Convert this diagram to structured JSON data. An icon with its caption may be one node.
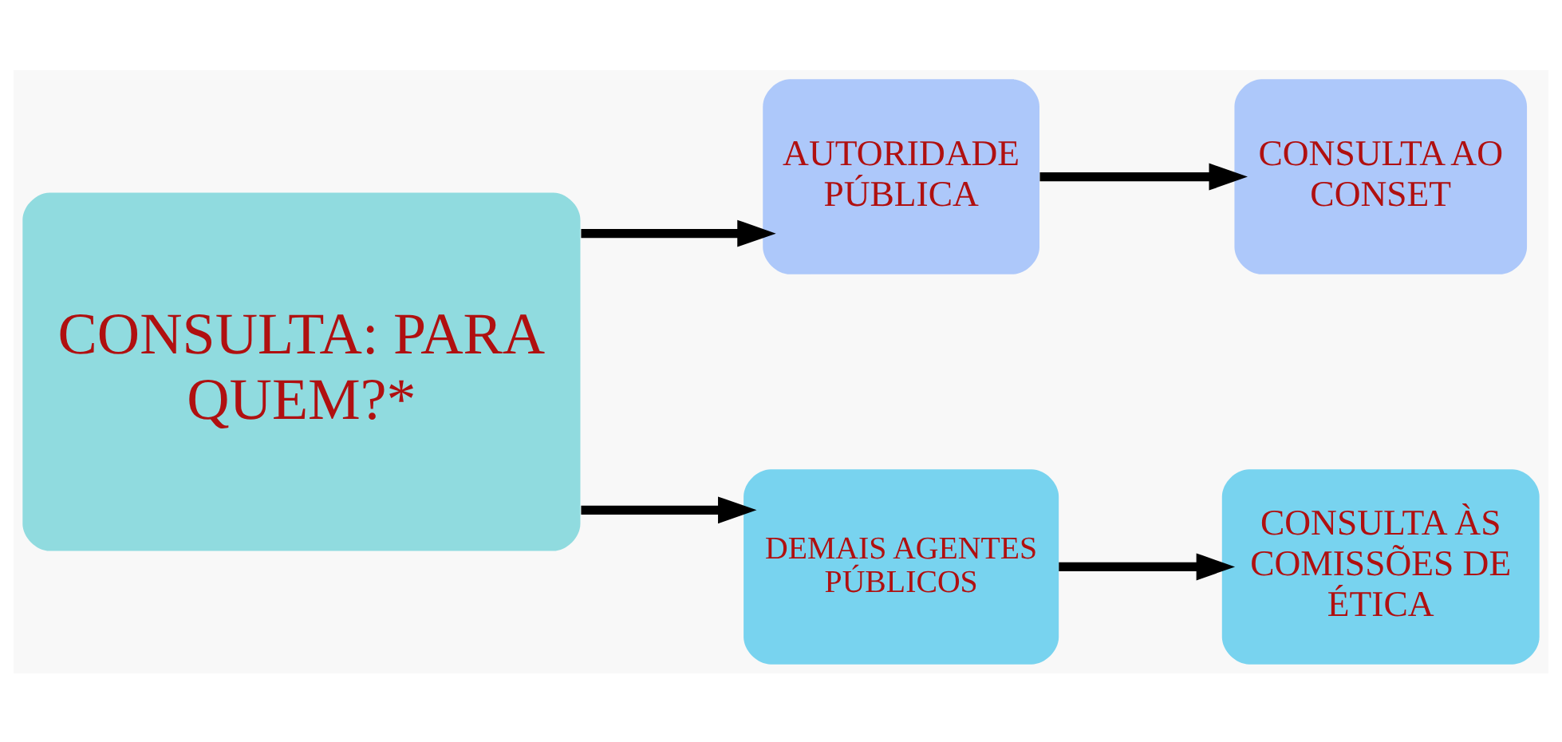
{
  "diagram": {
    "nodes": [
      {
        "text": [
          "CONSULTA: PARA QUEM?*"
        ]
      },
      {
        "text": [
          "AUTORIDADE PÚBLICA"
        ]
      },
      {
        "text": [
          "CONSULTA AO CONSET"
        ]
      },
      {
        "text": [
          "DEMAIS AGENTES PÚBLICOS"
        ]
      },
      {
        "text": [
          "CONSULTA ÀS COMISSÕES DE ÉTICA"
        ]
      }
    ],
    "edges": [
      {
        "from": 0,
        "to": 1,
        "arrow": "to"
      },
      {
        "from": 0,
        "to": 3,
        "arrow": "to"
      },
      {
        "from": 1,
        "to": 2,
        "arrow": "to"
      },
      {
        "from": 3,
        "to": 4,
        "arrow": "to"
      }
    ]
  }
}
